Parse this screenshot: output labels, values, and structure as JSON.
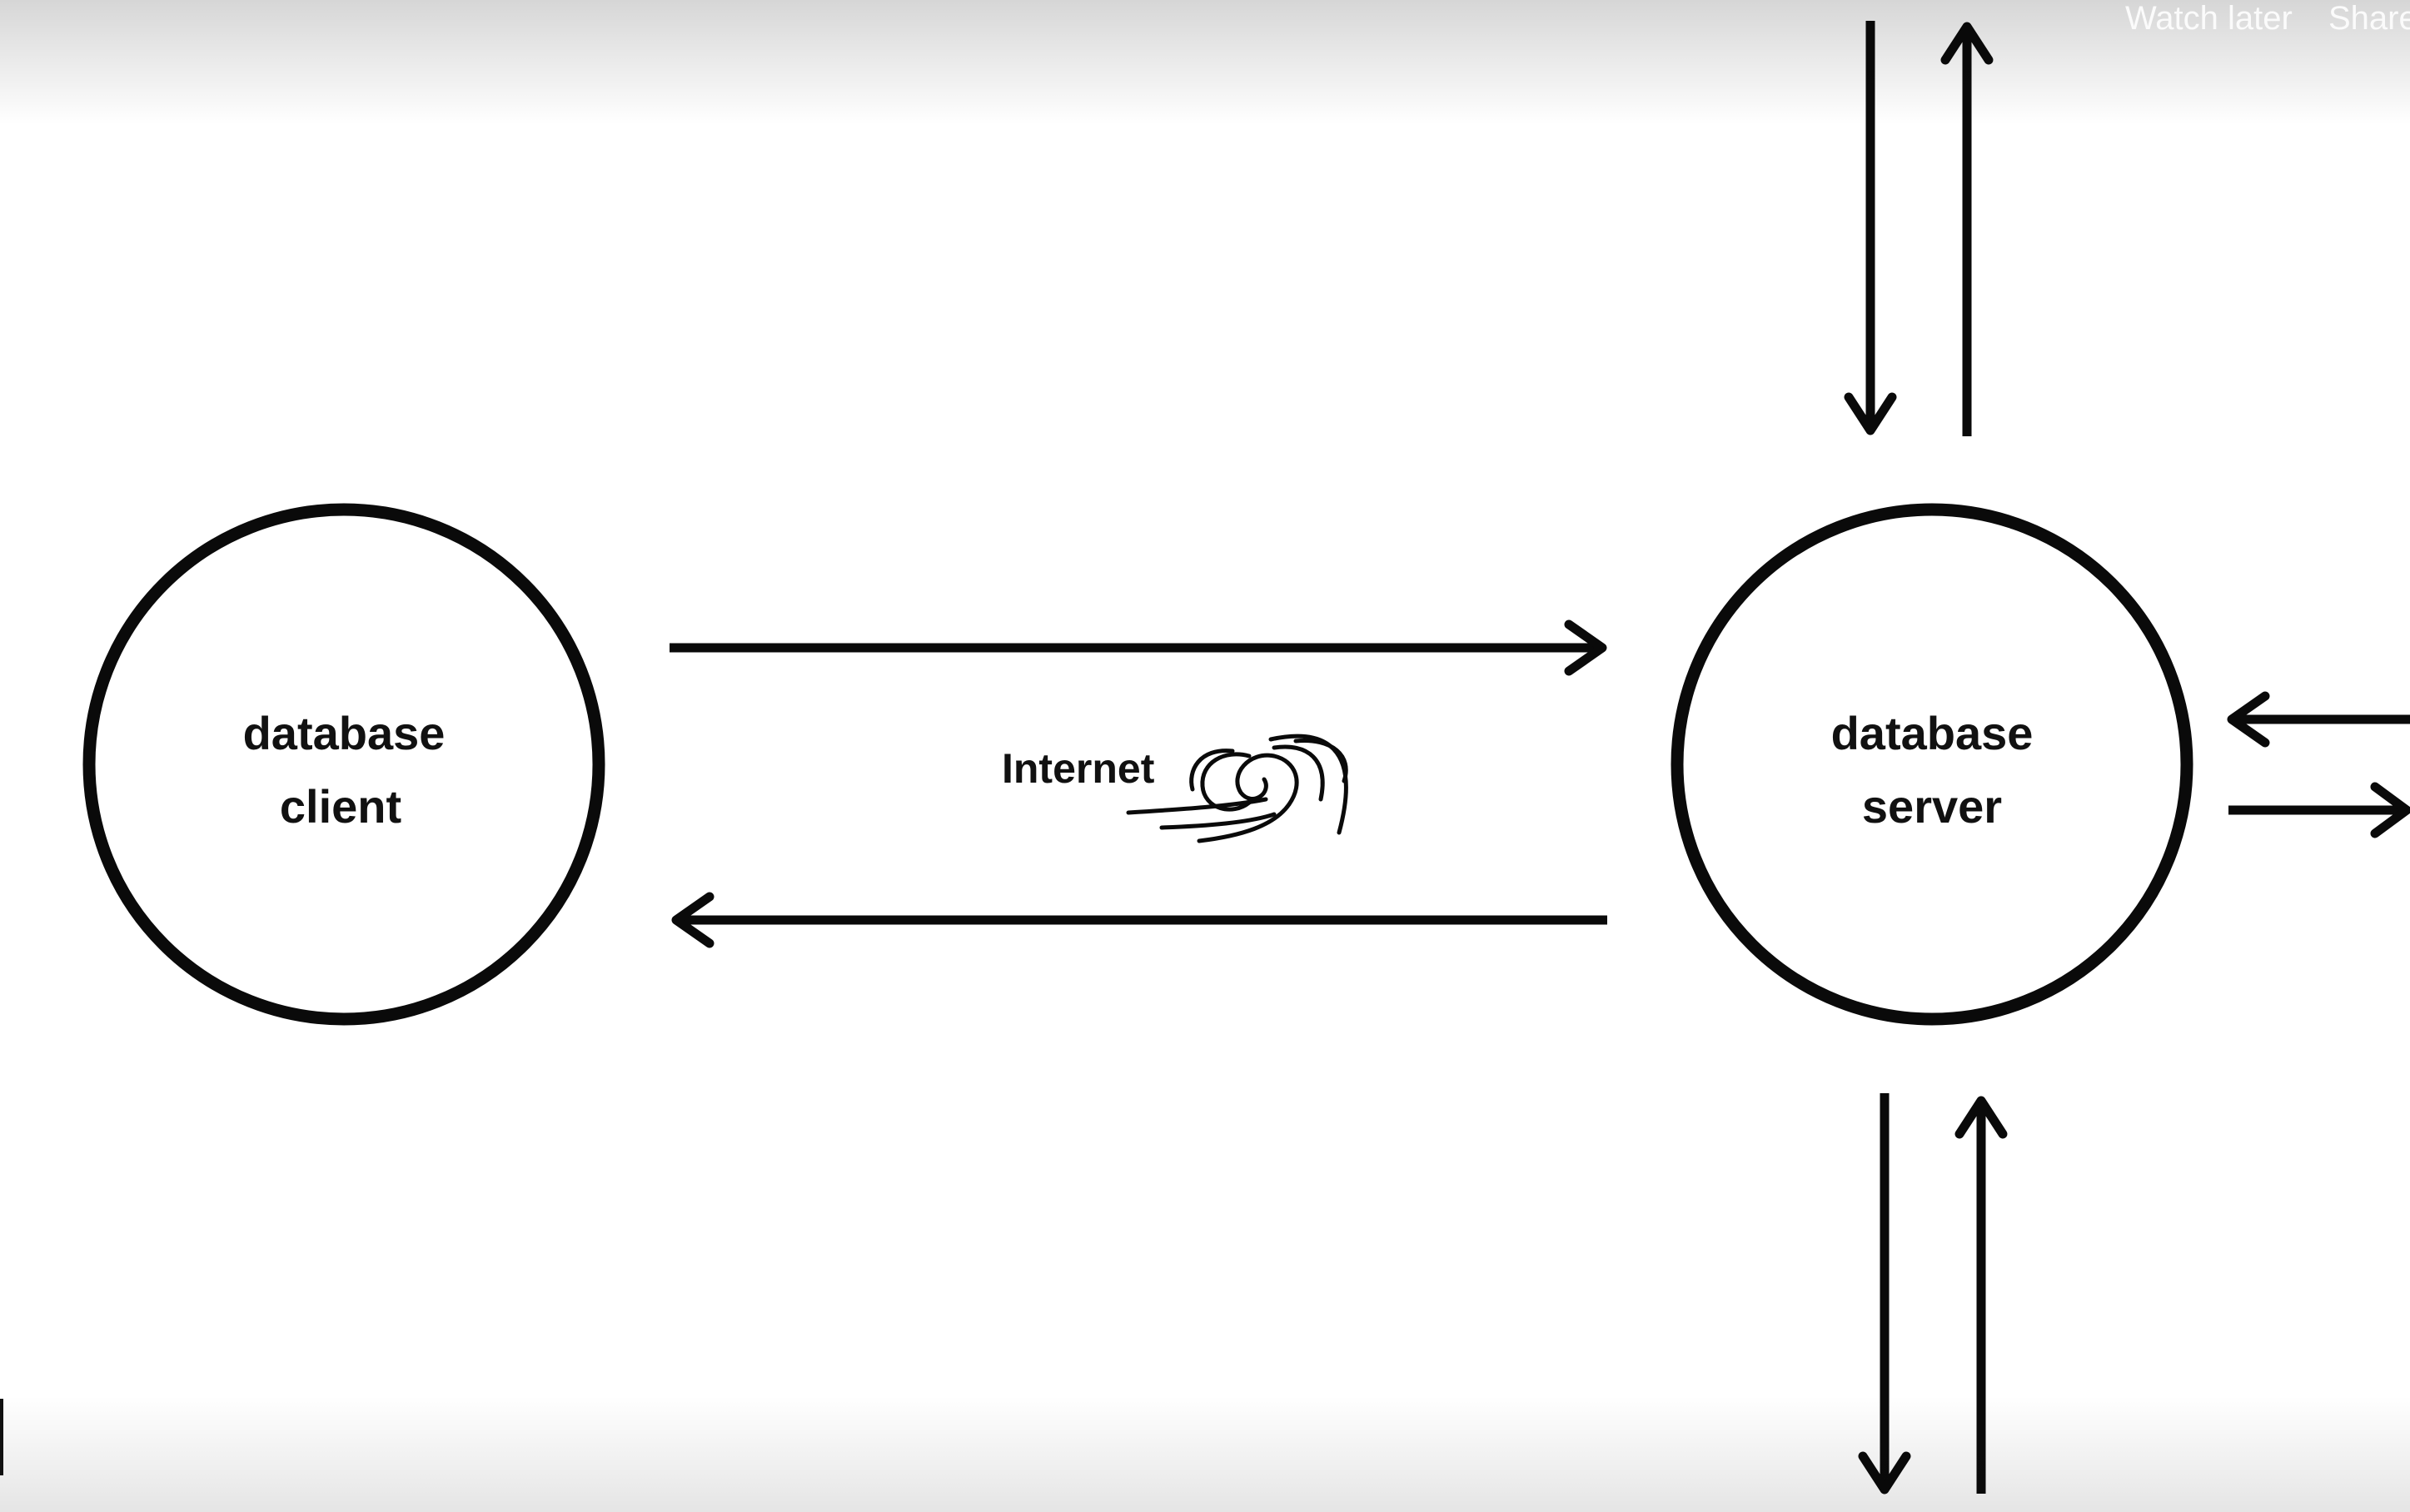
{
  "overlay": {
    "watch_later_label": "Watch later",
    "share_label": "Share"
  },
  "diagram": {
    "client": {
      "line1": "database",
      "line2": "client"
    },
    "server": {
      "line1": "database",
      "line2": "server"
    },
    "channel": {
      "label": "Internet",
      "icon": "wave-icon"
    }
  },
  "colors": {
    "ink": "#0a0a0a",
    "background": "#ffffff",
    "overlay_text": "#ffffff"
  }
}
